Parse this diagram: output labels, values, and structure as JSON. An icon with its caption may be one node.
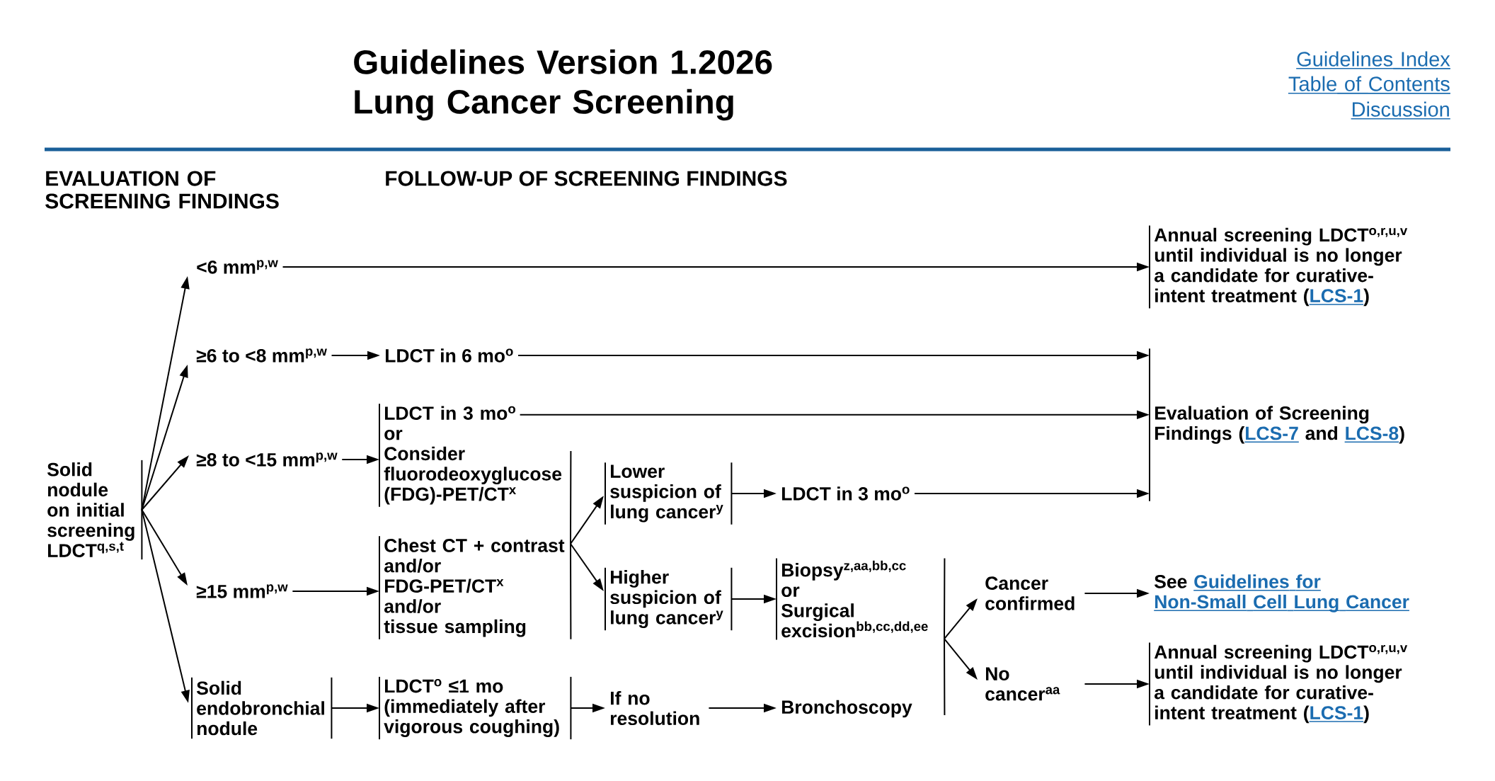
{
  "diagram": {
    "title": "Guidelines Version 1.2026 Lung Cancer Screening",
    "nodes": [
      {
        "text": [
          "Solid nodule on initial screening LDCT$^{q,s,t}$"
        ]
      },
      {
        "text": [
          "<6 mm$^{p,w}$"
        ]
      },
      {
        "text": [
          "≥6 to <8 mm$^{p,w}$"
        ]
      },
      {
        "text": [
          "≥8 to <15 mm$^{p,w}$"
        ]
      },
      {
        "text": [
          "≥15 mm$^{p,w}$"
        ]
      },
      {
        "text": [
          "Solid endobronchial nodule"
        ]
      },
      {
        "text": [
          "LDCT in 6 mo$^{o}$"
        ]
      },
      {
        "text": [
          "LDCT in 3 mo$^{o}$",
          "or",
          "Consider fluorodeoxyglucose (FDG)-PET/CT$^{x}$"
        ]
      },
      {
        "text": [
          "Chest CT + contrast",
          "and/or",
          "FDG-PET/CT$^{x}$",
          "and/or",
          "tissue sampling"
        ]
      },
      {
        "text": [
          "LDCT$^{o}$ ≤1 mo (immediately after vigorous coughing)"
        ]
      },
      {
        "text": [
          "Lower suspicion of lung cancer$^{y}$"
        ]
      },
      {
        "text": [
          "Higher suspicion of lung cancer$^{y}$"
        ]
      },
      {
        "text": [
          "If no resolution"
        ]
      },
      {
        "text": [
          "LDCT in 3 mo$^{o}$"
        ]
      },
      {
        "text": [
          "Biopsy$^{z,aa,bb,cc}$",
          "or",
          "Surgical excision$^{bb,cc,dd,ee}$"
        ]
      },
      {
        "text": [
          "Bronchoscopy"
        ]
      },
      {
        "text": [
          "Cancer confirmed"
        ]
      },
      {
        "text": [
          "No cancer$^{aa}$"
        ]
      },
      {
        "text": [
          "Annual screening LDCT$^{o,r,u,v}$ until individual is no longer a candidate for curative-intent treatment (LCS-1)"
        ]
      },
      {
        "text": [
          "Evaluation of Screening Findings (LCS-7 and LCS-8)"
        ]
      },
      {
        "text": [
          "See Guidelines for Non-Small Cell Lung Cancer"
        ]
      },
      {
        "text": [
          "Annual screening LDCT$^{o,r,u,v}$ until individual is no longer a candidate for curative-intent treatment (LCS-1)"
        ]
      }
    ],
    "edges": [
      {
        "from": 0,
        "to": 1,
        "arrow": "to"
      },
      {
        "from": 0,
        "to": 2,
        "arrow": "to"
      },
      {
        "from": 0,
        "to": 3,
        "arrow": "to"
      },
      {
        "from": 0,
        "to": 4,
        "arrow": "to"
      },
      {
        "from": 0,
        "to": 5,
        "arrow": "to"
      },
      {
        "from": 1,
        "to": 18,
        "arrow": "to"
      },
      {
        "from": 2,
        "to": 6,
        "arrow": "to"
      },
      {
        "from": 3,
        "to": 7,
        "arrow": "to"
      },
      {
        "from": 4,
        "to": 8,
        "arrow": "to"
      },
      {
        "from": 5,
        "to": 9,
        "arrow": "to"
      },
      {
        "from": 6,
        "to": 19,
        "arrow": "to"
      },
      {
        "from": 7,
        "to": 19,
        "arrow": "to"
      },
      {
        "from": 7,
        "to": 10,
        "arrow": "to"
      },
      {
        "from": 7,
        "to": 11,
        "arrow": "to"
      },
      {
        "from": 8,
        "to": 10,
        "arrow": "to"
      },
      {
        "from": 8,
        "to": 11,
        "arrow": "to"
      },
      {
        "from": 9,
        "to": 12,
        "arrow": "to"
      },
      {
        "from": 10,
        "to": 13,
        "arrow": "to"
      },
      {
        "from": 11,
        "to": 14,
        "arrow": "to"
      },
      {
        "from": 12,
        "to": 15,
        "arrow": "to"
      },
      {
        "from": 13,
        "to": 19,
        "arrow": "to"
      },
      {
        "from": 14,
        "to": 16,
        "arrow": "to"
      },
      {
        "from": 14,
        "to": 17,
        "arrow": "to"
      },
      {
        "from": 15,
        "to": 16,
        "arrow": "to"
      },
      {
        "from": 15,
        "to": 17,
        "arrow": "to"
      },
      {
        "from": 16,
        "to": 20,
        "arrow": "to"
      },
      {
        "from": 17,
        "to": 21,
        "arrow": "to"
      }
    ],
    "labels": [
      "Guidelines Index",
      "Table of Contents",
      "Discussion",
      "EVALUATION OF SCREENING FINDINGS",
      "FOLLOW-UP OF SCREENING FINDINGS"
    ]
  }
}
